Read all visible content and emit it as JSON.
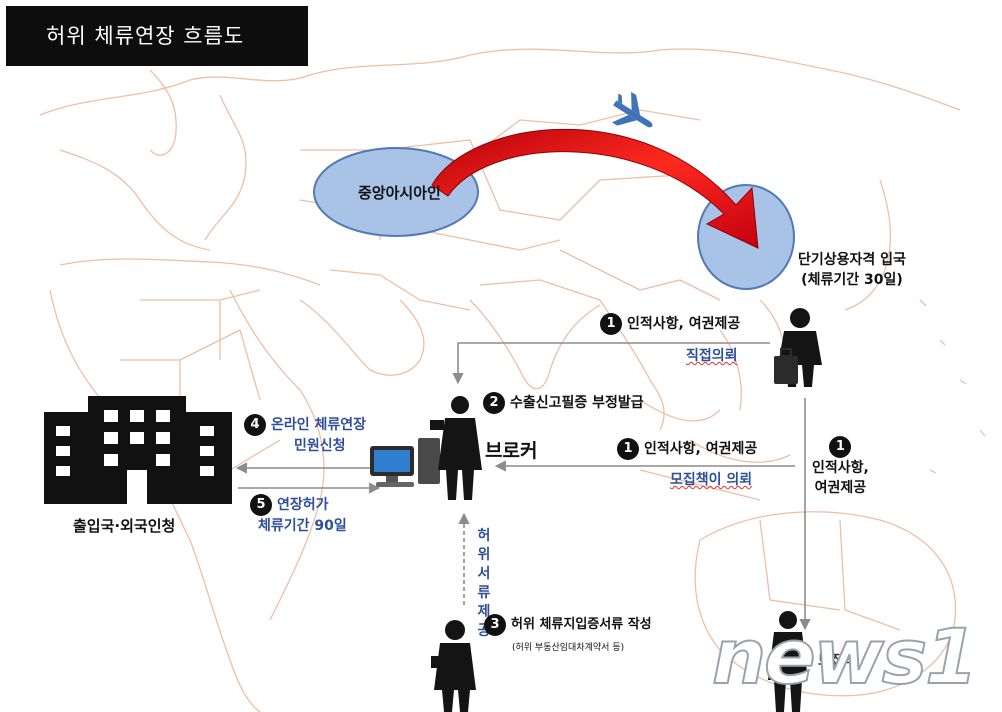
{
  "title": "허위 체류연장 흐름도",
  "labels": {
    "central_asia": "중앙아시아인",
    "entry_line1": "단기상용자격 입국",
    "entry_line2": "(체류기간 30일)",
    "step1_top": "인적사항, 여권제공",
    "step1_top_sub": "직접의뢰",
    "step2": "수출신고필증 부정발급",
    "broker": "브로커",
    "step1_mid": "인적사항, 여권제공",
    "step1_mid_sub": "모집책이 의뢰",
    "step1_right_line1": "인적사항,",
    "step1_right_line2": "여권제공",
    "step4_line1": "온라인 체류연장",
    "step4_line2": "민원신청",
    "step5_line1": "연장허가",
    "step5_line2": "체류기간 90일",
    "immigration": "출입국·외국인청",
    "vertical_text": [
      "허위",
      "서류",
      "제공"
    ],
    "step3": "허위 체류지입증서류 작성",
    "step3_sub": "(허위 부동산임대차계약서 등)",
    "recruiter_partial": "모집책"
  },
  "step_numbers": {
    "s1a": "1",
    "s1b": "1",
    "s1c": "1",
    "s2": "2",
    "s3": "3",
    "s4": "4",
    "s5": "5"
  },
  "watermark": "news1",
  "colors": {
    "map_border": "#eab99c",
    "region_fill": "#a9c3e6",
    "region_stroke": "#4f79b7",
    "arrow_red": "#e3000f",
    "flow_arrow": "#9a9a9a",
    "text_blue": "#2f4f9a",
    "title_bg": "#0d0d0d"
  }
}
